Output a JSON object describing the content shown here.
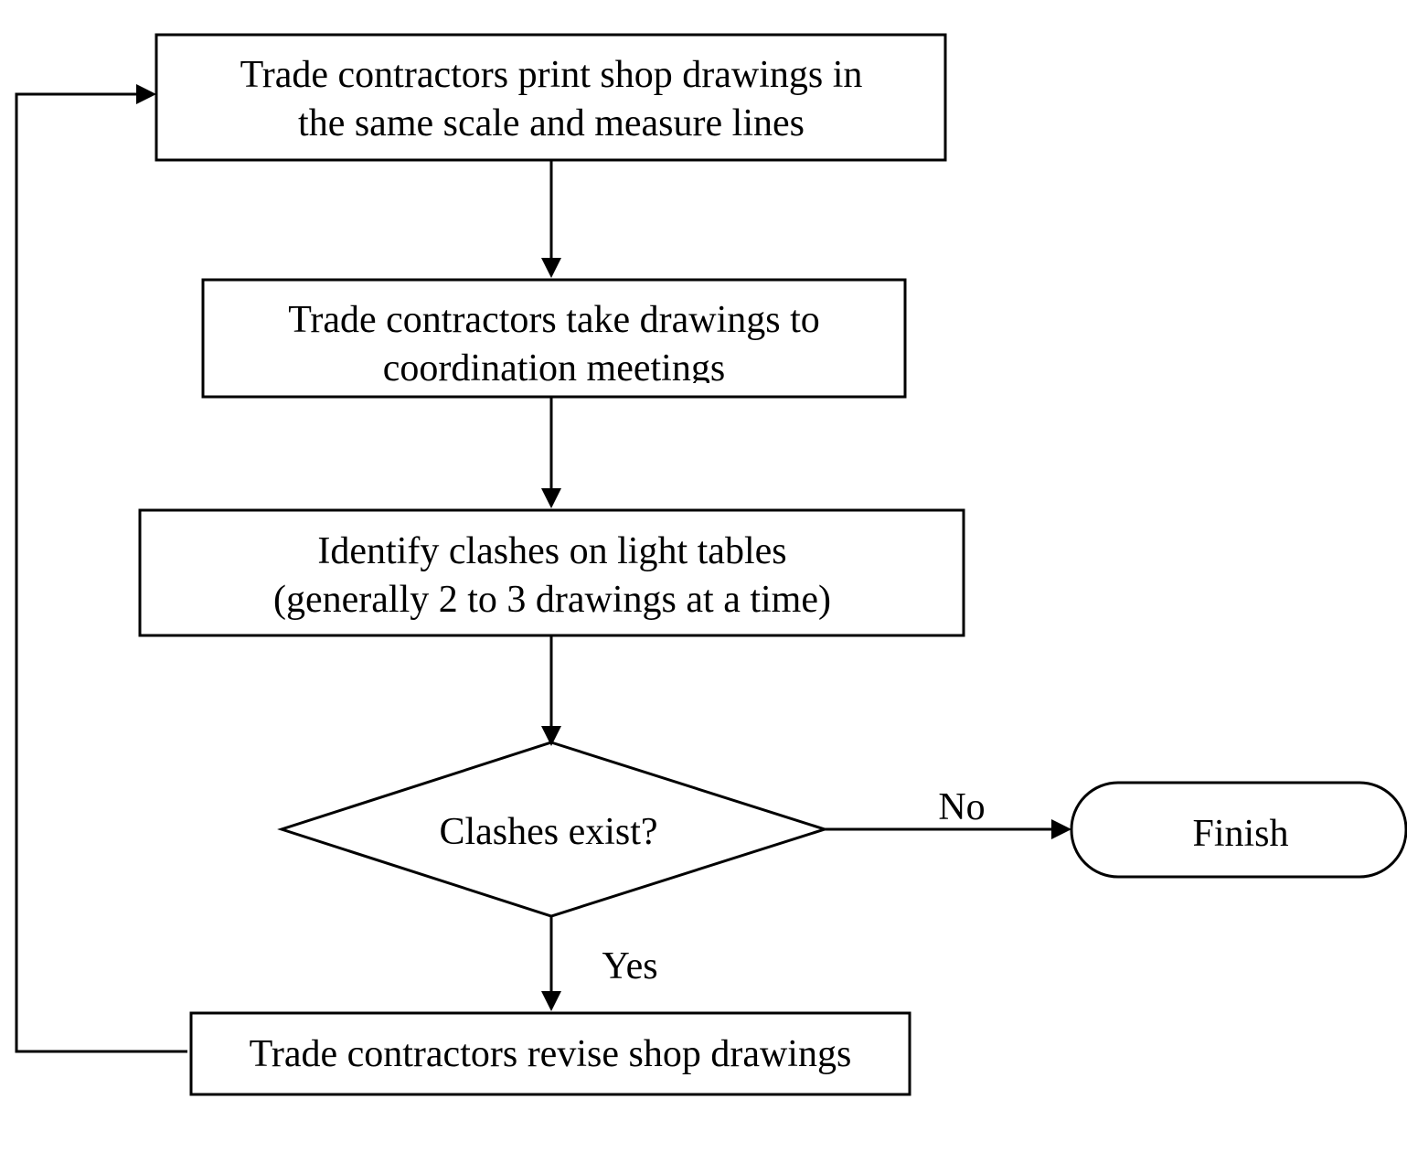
{
  "nodes": {
    "print": {
      "lines": [
        "Trade contractors print shop drawings in",
        "the same scale and measure lines"
      ]
    },
    "take": {
      "lines": [
        "Trade contractors take drawings to",
        "coordination meetings"
      ]
    },
    "identify": {
      "lines": [
        "Identify clashes on light tables",
        "(generally 2 to 3 drawings at a time)"
      ]
    },
    "decision": {
      "label": "Clashes exist?"
    },
    "finish": {
      "label": "Finish"
    },
    "revise": {
      "label": "Trade contractors revise shop drawings"
    }
  },
  "edges": {
    "no_label": "No",
    "yes_label": "Yes"
  },
  "colors": {
    "stroke": "#000000",
    "background": "#ffffff"
  }
}
